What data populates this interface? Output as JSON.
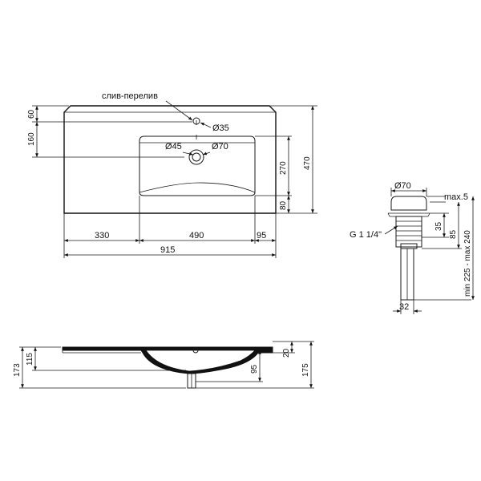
{
  "top_view": {
    "overflow_label": "слив-перелив",
    "dia_overflow": "Ø35",
    "dia_drain_small": "Ø45",
    "dia_drain_large": "Ø70",
    "dim_top_margin": "60",
    "dim_to_bowl": "160",
    "dim_bowl_depth": "270",
    "dim_total_depth": "470",
    "dim_bottom_margin": "80",
    "dim_left": "330",
    "dim_bowl_width": "490",
    "dim_right": "95",
    "dim_total_width": "915"
  },
  "siphon": {
    "dia_top": "Ø70",
    "max_label": "max.5",
    "thread_label": "G 1 1/4\"",
    "dim_35": "35",
    "dim_85": "85",
    "dim_range": "min 225 - max 240",
    "dim_32": "32"
  },
  "side_view": {
    "dim_173": "173",
    "dim_115": "115",
    "dim_20": "20",
    "dim_95": "95",
    "dim_175": "175"
  }
}
